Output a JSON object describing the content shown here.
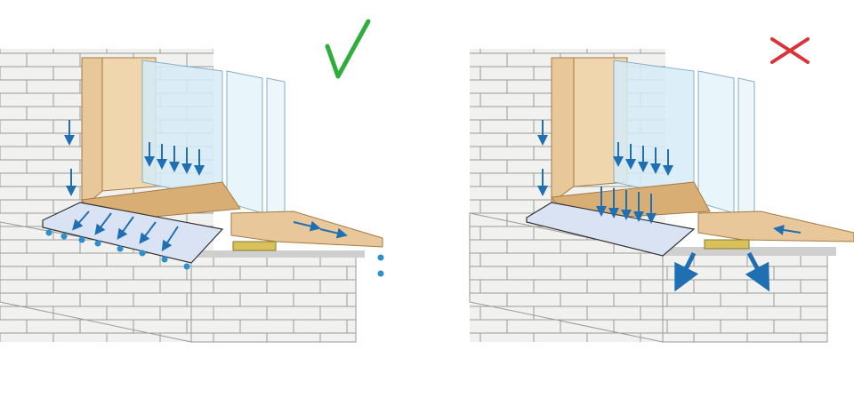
{
  "panels": [
    {
      "id": "left",
      "verdict": "correct",
      "verdict_icon": "check-mark-icon",
      "verdict_color": "#2fae3f",
      "sill_extends_past_wall": true,
      "water_drips_clear_of_wall": true
    },
    {
      "id": "right",
      "verdict": "incorrect",
      "verdict_icon": "cross-mark-icon",
      "verdict_color": "#d8343b",
      "sill_extends_past_wall": false,
      "water_leaks_into_wall": true
    }
  ],
  "colors": {
    "brick_fill": "#f1f1ef",
    "brick_line": "#9a9a98",
    "wood": "#e8c79a",
    "wood_dark": "#c9a06a",
    "glass": "#d6ecf7",
    "sill_metal": "#d9e3f3",
    "water": "#1f6fb2",
    "insulation": "#d8c15a",
    "concrete": "#cfcfcf"
  }
}
